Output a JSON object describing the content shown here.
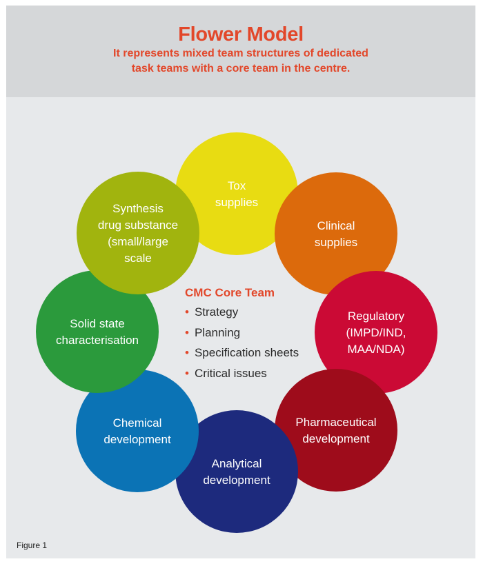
{
  "header": {
    "title": "Flower Model",
    "subtitle_line1": "It represents mixed team structures of dedicated",
    "subtitle_line2": "task teams with a core team in the centre."
  },
  "petals": [
    {
      "id": "tox",
      "lines": [
        "Tox",
        "supplies"
      ],
      "color": "#e8dc12",
      "text_color": "#333333"
    },
    {
      "id": "clinical",
      "lines": [
        "Clinical",
        "supplies"
      ],
      "color": "#dc6a0c",
      "text_color": "#ffffff"
    },
    {
      "id": "regulatory",
      "lines": [
        "Regulatory",
        "(IMPD/IND,",
        "MAA/NDA)"
      ],
      "color": "#cb0a35",
      "text_color": "#ffffff"
    },
    {
      "id": "pharmaceutical",
      "lines": [
        "Pharmaceutical",
        "development"
      ],
      "color": "#9e0c1b",
      "text_color": "#ffffff"
    },
    {
      "id": "analytical",
      "lines": [
        "Analytical",
        "development"
      ],
      "color": "#1d2a7d",
      "text_color": "#ffffff"
    },
    {
      "id": "chemical",
      "lines": [
        "Chemical",
        "development"
      ],
      "color": "#0b73b5",
      "text_color": "#ffffff"
    },
    {
      "id": "solid-state",
      "lines": [
        "Solid state",
        "characterisation"
      ],
      "color": "#2b9a3c",
      "text_color": "#ffffff"
    },
    {
      "id": "synthesis",
      "lines": [
        "Synthesis",
        "drug substance",
        "(small/large",
        "scale"
      ],
      "color": "#a1b40e",
      "text_color": "#333333"
    }
  ],
  "core": {
    "title": "CMC Core Team",
    "items": [
      "Strategy",
      "Planning",
      "Specification sheets",
      "Critical issues"
    ]
  },
  "caption": "Figure 1"
}
